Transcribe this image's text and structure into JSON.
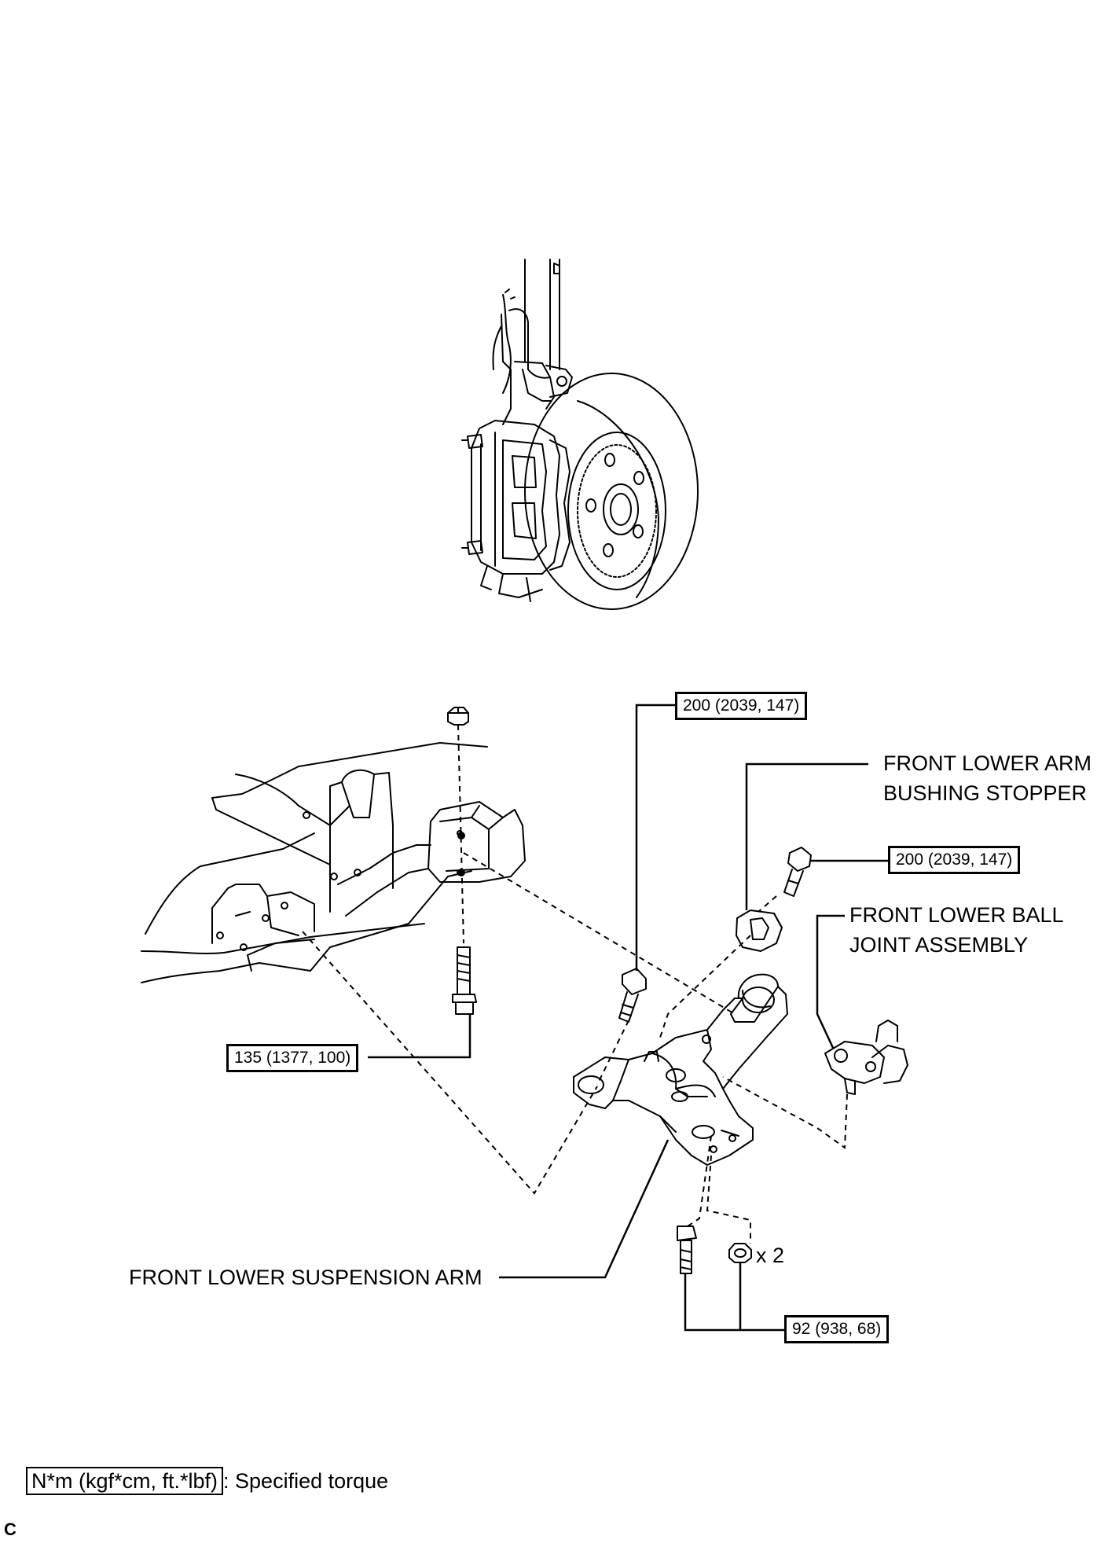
{
  "callouts": {
    "bushing_stopper": [
      "FRONT LOWER ARM",
      "BUSHING STOPPER"
    ],
    "ball_joint": [
      "FRONT LOWER BALL",
      "JOINT ASSEMBLY"
    ],
    "suspension_arm": "FRONT LOWER SUSPENSION ARM",
    "quantity": "x 2"
  },
  "torques": {
    "top": "200 (2039, 147)",
    "right": "200 (2039, 147)",
    "left": "135 (1377, 100)",
    "bottom": "92 (938, 68)"
  },
  "legend": {
    "unit": "N*m (kgf*cm, ft.*lbf)",
    "text": ": Specified torque"
  },
  "footnote": "C"
}
